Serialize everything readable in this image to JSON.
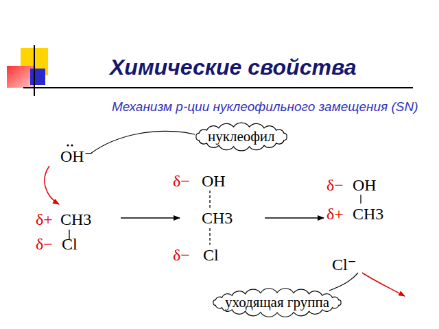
{
  "diagram": {
    "title": "Химические свойства",
    "nodes": [
      {
        "text": [
          "нуклеофил"
        ]
      },
      {
        "text": [
          "уходящая группа"
        ]
      }
    ],
    "labels": [
      "Механизм р-ции нуклеофильного замещения (SN)",
      "OH⁻",
      "δ+",
      "CH3",
      "δ−",
      "Cl",
      "δ−",
      "OH",
      "CH3",
      "δ−",
      "Cl",
      "δ−",
      "OH",
      "δ+",
      "CH3",
      "Cl⁻"
    ]
  }
}
